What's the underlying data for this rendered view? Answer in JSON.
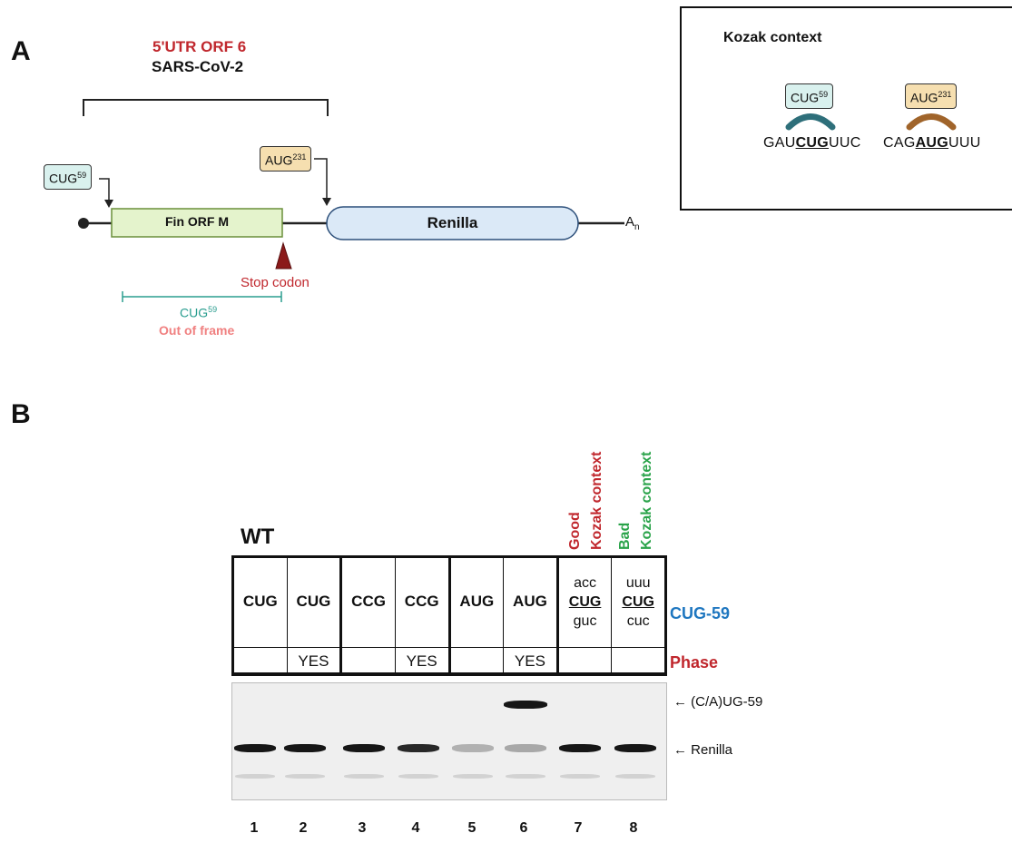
{
  "panel_a": {
    "letter": "A",
    "title_red": "5'UTR ORF 6",
    "title_black": "SARS-CoV-2",
    "cug_tag": {
      "base": "CUG",
      "sup": "59"
    },
    "aug_tag": {
      "base": "AUG",
      "sup": "231"
    },
    "fin_orf": "Fin ORF M",
    "renilla": "Renilla",
    "poly_a": {
      "base": "A",
      "sub": "n"
    },
    "stop_codon": "Stop codon",
    "frame_cug": {
      "base": "CUG",
      "sup": "59"
    },
    "out_of_frame": "Out of frame"
  },
  "kozak": {
    "title": "Kozak context",
    "cug_tag": {
      "base": "CUG",
      "sup": "59"
    },
    "aug_tag": {
      "base": "AUG",
      "sup": "231"
    },
    "cug_seq": {
      "pre": "GAU",
      "core": "CUG",
      "post": "UUC"
    },
    "aug_seq": {
      "pre": "CAG",
      "core": "AUG",
      "post": "UUU"
    }
  },
  "panel_b": {
    "letter": "B",
    "wt": "WT",
    "good_label": {
      "word": "Good",
      "context": "Kozak context"
    },
    "bad_label": {
      "word": "Bad",
      "context": "Kozak context"
    },
    "codons": [
      "CUG",
      "CUG",
      "CCG",
      "CCG",
      "AUG",
      "AUG"
    ],
    "lane7": {
      "top": "acc",
      "mid": "CUG",
      "bottom": "guc"
    },
    "lane8": {
      "top": "uuu",
      "mid": "CUG",
      "bottom": "cuc"
    },
    "phase": [
      "",
      "YES",
      "",
      "YES",
      "",
      "YES",
      "",
      ""
    ],
    "row_label_cug": "CUG-59",
    "row_label_phase": "Phase",
    "band_label_upper": "(C/A)UG-59",
    "band_label_lower": "Renilla",
    "arrow": "←",
    "lane_numbers": [
      "1",
      "2",
      "3",
      "4",
      "5",
      "6",
      "7",
      "8"
    ],
    "renilla_band_intensity": [
      1.0,
      1.0,
      1.0,
      0.9,
      0.15,
      0.2,
      1.0,
      1.0
    ],
    "cug59_band_intensity": [
      0,
      0,
      0,
      0,
      0,
      1.0,
      0,
      0
    ]
  },
  "colors": {
    "red": "#c0272d",
    "green": "#2aa34a",
    "blue": "#1f77c0",
    "teal": "#2a9d8f",
    "salmon": "#f08080"
  }
}
